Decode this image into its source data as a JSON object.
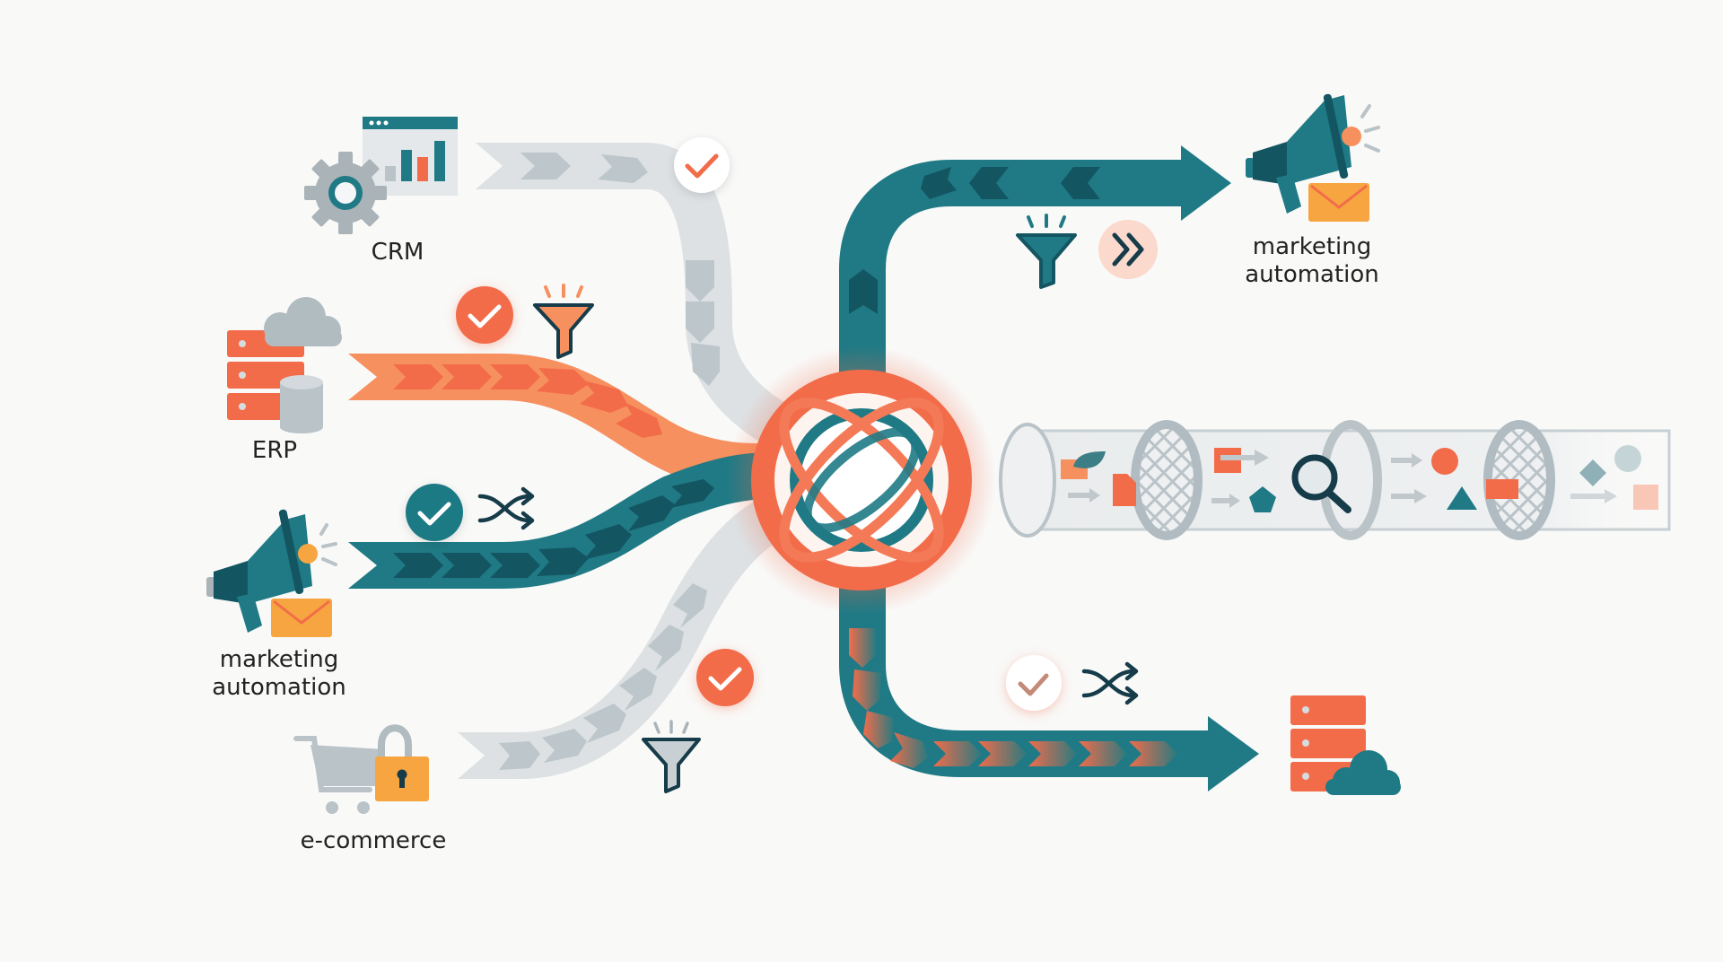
{
  "diagram": {
    "title": "",
    "colors": {
      "background": "#f9f9f8",
      "teal": "#1f7a85",
      "teal_dark": "#145562",
      "orange": "#f26c4a",
      "orange_light": "#f7905f",
      "gray": "#dde1e3",
      "gray_dark": "#b9c3c8",
      "amber": "#f7a540",
      "navy": "#163c4a"
    },
    "sources": [
      {
        "id": "crm",
        "label": "CRM",
        "icon": "gear-dashboard-icon",
        "stream_color": "gray",
        "badges": [
          "check-icon-white"
        ]
      },
      {
        "id": "erp",
        "label": "ERP",
        "icon": "server-cloud-database-icon",
        "stream_color": "orange",
        "badges": [
          "check-icon-orange",
          "funnel-icon"
        ]
      },
      {
        "id": "marketing",
        "label_line1": "marketing",
        "label_line2": "automation",
        "icon": "megaphone-envelope-icon",
        "stream_color": "teal",
        "badges": [
          "check-icon-teal",
          "shuffle-icon"
        ]
      },
      {
        "id": "ecommerce",
        "label": "e-commerce",
        "icon": "cart-lock-icon",
        "stream_color": "gray",
        "badges": [
          "check-icon-orange",
          "funnel-icon"
        ]
      }
    ],
    "hub": {
      "icon": "globe-integration-hub-icon"
    },
    "pipeline": {
      "stages": [
        "intake",
        "filter-mesh",
        "inspect-magnifier",
        "filter-mesh",
        "output"
      ],
      "items": [
        "leaf-shape",
        "document-shape",
        "square-shape",
        "pentagon-shape",
        "circle-shape",
        "triangle-shape",
        "diamond-shape"
      ]
    },
    "destinations": [
      {
        "id": "marketing-out",
        "label_line1": "marketing",
        "label_line2": "automation",
        "icon": "megaphone-envelope-icon",
        "badges": [
          "funnel-icon",
          "fast-forward-icon"
        ]
      },
      {
        "id": "storage-out",
        "label": "",
        "icon": "server-cloud-icon",
        "badges": [
          "check-icon-white",
          "shuffle-icon"
        ]
      }
    ]
  }
}
